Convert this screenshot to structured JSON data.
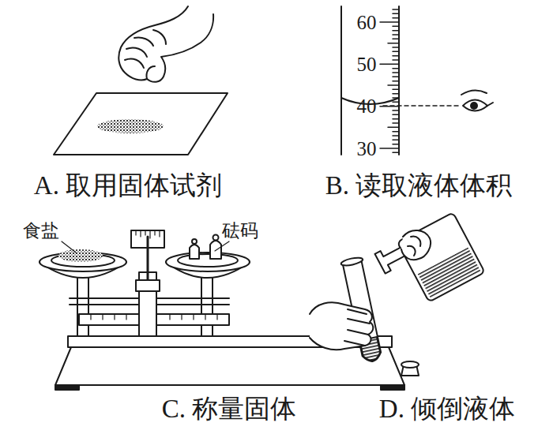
{
  "diagram": {
    "labels": [
      "60",
      "50",
      "40",
      "30",
      "A. 取用固体试剂",
      "B. 读取液体体积",
      "食盐",
      "砝码",
      "C. 称量固体",
      "D. 倾倒液体"
    ]
  }
}
